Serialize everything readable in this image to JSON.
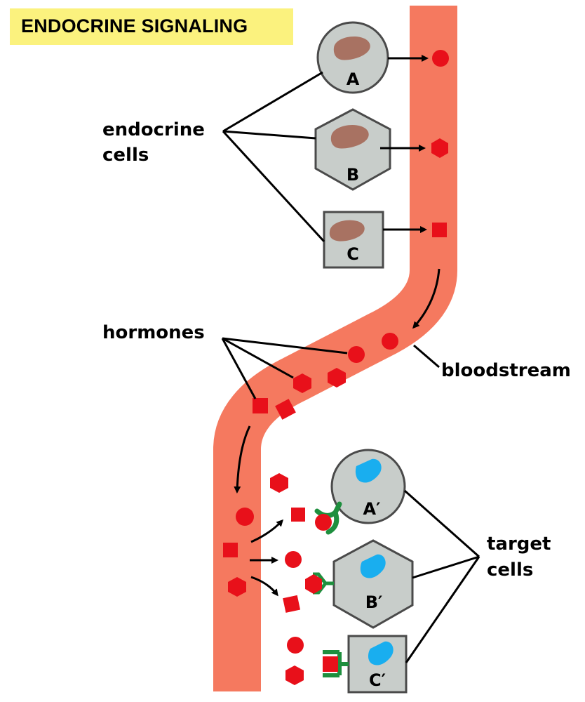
{
  "title": "ENDOCRINE SIGNALING",
  "labels": {
    "endocrine_cells_line1": "endocrine",
    "endocrine_cells_line2": "cells",
    "hormones": "hormones",
    "bloodstream": "bloodstream",
    "target_cells_line1": "target",
    "target_cells_line2": "cells"
  },
  "endocrine_cells": [
    {
      "letter": "A",
      "shape": "circle"
    },
    {
      "letter": "B",
      "shape": "hexagon"
    },
    {
      "letter": "C",
      "shape": "square"
    }
  ],
  "target_cells": [
    {
      "letter": "A′",
      "shape": "circle"
    },
    {
      "letter": "B′",
      "shape": "hexagon"
    },
    {
      "letter": "C′",
      "shape": "square"
    }
  ],
  "colors": {
    "title_background": "#fbf27e",
    "bloodstream": "#f5795f",
    "hormone": "#e8101a",
    "cell_fill": "#c8cdca",
    "cell_stroke": "#4a4a4a",
    "endocrine_nucleus": "#a87262",
    "target_nucleus": "#19aeef",
    "receptor": "#1e8f3e"
  }
}
